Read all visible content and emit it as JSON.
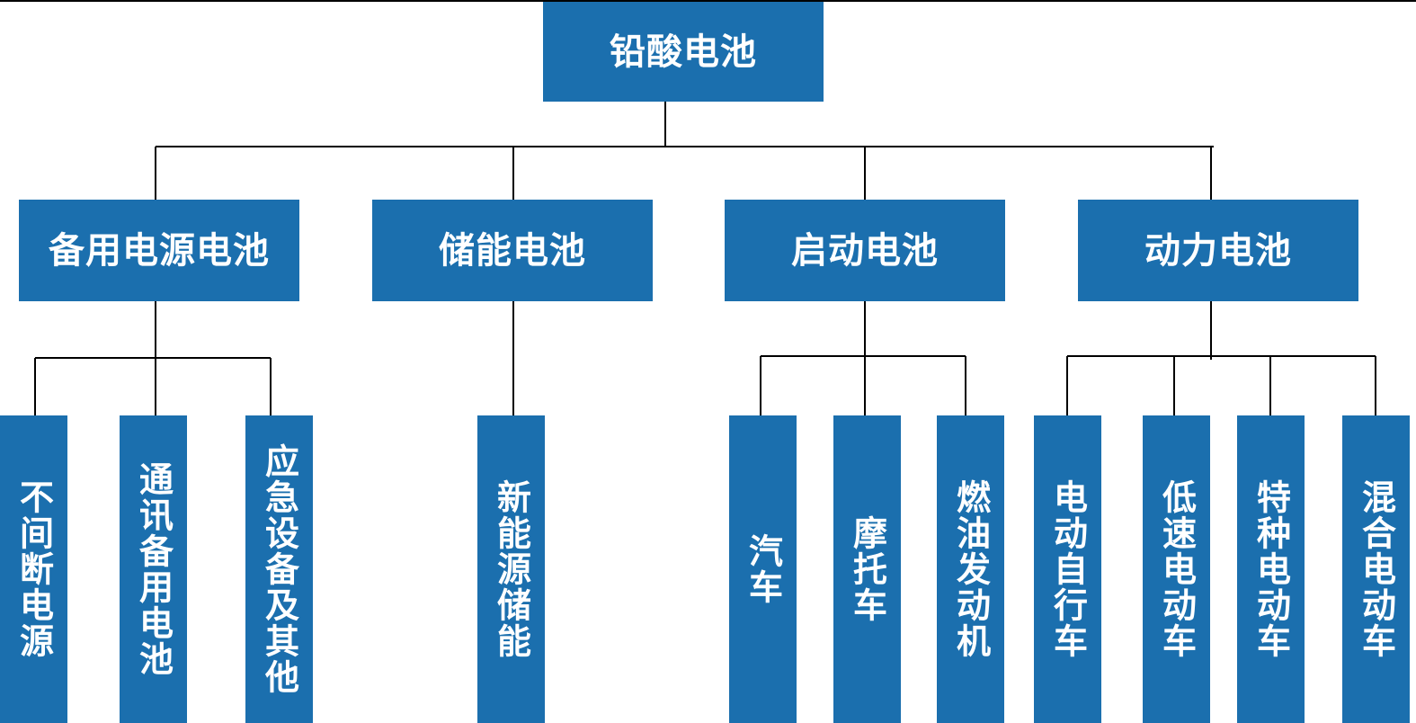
{
  "colors": {
    "box_fill": "#1b6fae",
    "box_text": "#ffffff",
    "line": "#000000",
    "background": "#ffffff"
  },
  "root": {
    "label": "铅酸电池"
  },
  "categories": [
    {
      "label": "备用电源电池",
      "children": [
        "不间断电源",
        "通讯备用电池",
        "应急设备及其他"
      ]
    },
    {
      "label": "储能电池",
      "children": [
        "新能源储能"
      ]
    },
    {
      "label": "启动电池",
      "children": [
        "汽车",
        "摩托车",
        "燃油发动机"
      ]
    },
    {
      "label": "动力电池",
      "children": [
        "电动自行车",
        "低速电动车",
        "特种电动车",
        "混合电动车"
      ]
    }
  ]
}
